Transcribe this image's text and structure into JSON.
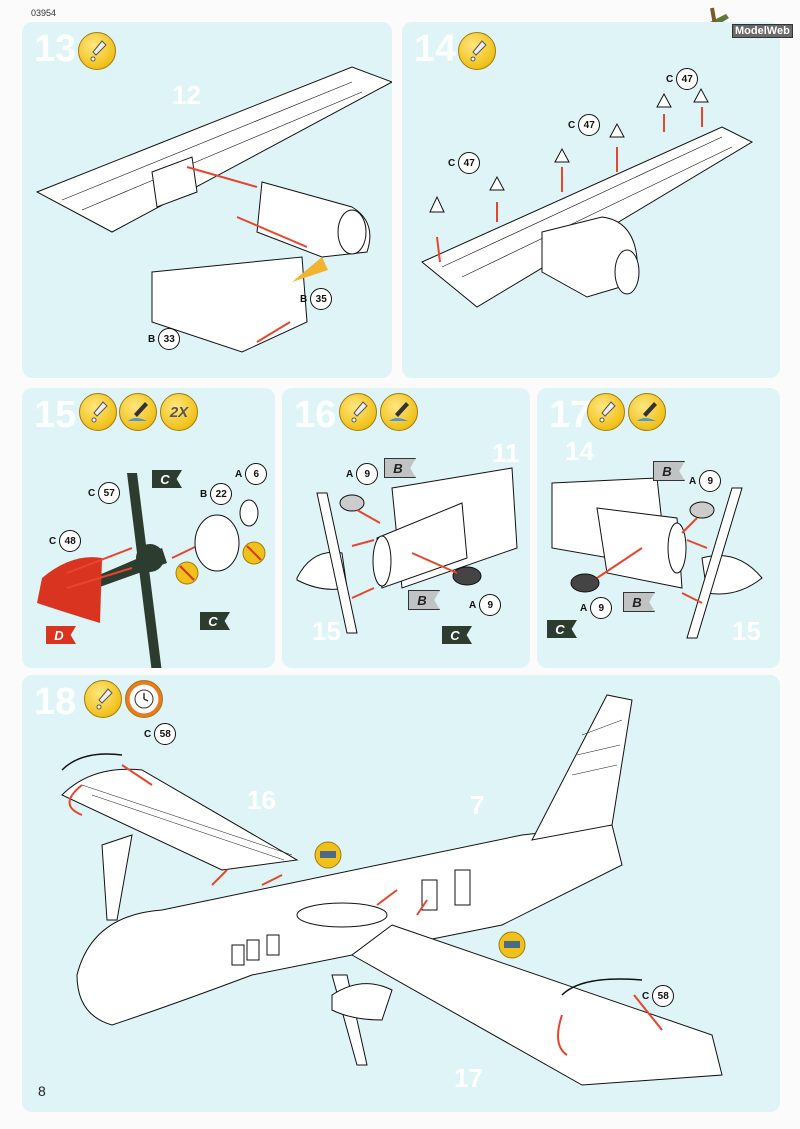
{
  "page": {
    "code": "03954",
    "page_number": "8",
    "logo": "ModelWeb"
  },
  "steps": [
    {
      "number": "13",
      "icons": [
        "glue-icon"
      ],
      "refs": [
        "12"
      ],
      "callouts": [
        {
          "letter": "B",
          "num": "35"
        },
        {
          "letter": "B",
          "num": "33"
        }
      ]
    },
    {
      "number": "14",
      "icons": [
        "glue-icon"
      ],
      "callouts": [
        {
          "letter": "C",
          "num": "47"
        },
        {
          "letter": "C",
          "num": "47"
        },
        {
          "letter": "C",
          "num": "47"
        }
      ]
    },
    {
      "number": "15",
      "icons": [
        "glue-icon",
        "paint-icon"
      ],
      "multiplier": "2X",
      "callouts": [
        {
          "letter": "C",
          "num": "57"
        },
        {
          "letter": "B",
          "num": "22"
        },
        {
          "letter": "A",
          "num": "6"
        },
        {
          "letter": "C",
          "num": "48"
        }
      ],
      "flags": [
        "C",
        "C",
        "D"
      ]
    },
    {
      "number": "16",
      "icons": [
        "glue-icon",
        "paint-icon"
      ],
      "refs": [
        "11",
        "15"
      ],
      "callouts": [
        {
          "letter": "A",
          "num": "9"
        },
        {
          "letter": "A",
          "num": "9"
        }
      ],
      "flags": [
        "B",
        "B",
        "C"
      ]
    },
    {
      "number": "17",
      "icons": [
        "glue-icon",
        "paint-icon"
      ],
      "refs": [
        "14",
        "15"
      ],
      "callouts": [
        {
          "letter": "A",
          "num": "9"
        },
        {
          "letter": "A",
          "num": "9"
        }
      ],
      "flags": [
        "B",
        "B",
        "C"
      ]
    },
    {
      "number": "18",
      "icons": [
        "glue-icon",
        "clock-icon"
      ],
      "refs": [
        "16",
        "7",
        "17"
      ],
      "callouts": [
        {
          "letter": "C",
          "num": "58"
        },
        {
          "letter": "C",
          "num": "58"
        }
      ]
    }
  ],
  "colors": {
    "panel": "#def4f6",
    "arrow": "#e8462c",
    "green_flag": "#2c3c2e",
    "red_part": "#d8341f",
    "icon": "#f1c11a"
  }
}
